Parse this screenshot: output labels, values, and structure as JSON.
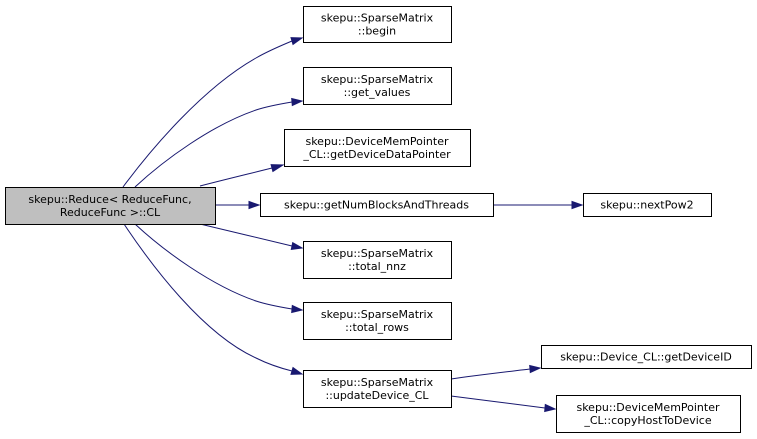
{
  "colors": {
    "edge": "#191970",
    "root_fill": "#bfbfbf",
    "node_fill": "#ffffff",
    "border": "#000000",
    "text": "#000000"
  },
  "nodes": [
    {
      "id": "reduce-cl",
      "root": true,
      "lines": [
        "skepu::Reduce< ReduceFunc,",
        "ReduceFunc >::CL"
      ]
    },
    {
      "id": "sparse-begin",
      "lines": [
        "skepu::SparseMatrix",
        "::begin"
      ]
    },
    {
      "id": "sparse-get-values",
      "lines": [
        "skepu::SparseMatrix",
        "::get_values"
      ]
    },
    {
      "id": "devmem-get-device-data-pointer",
      "lines": [
        "skepu::DeviceMemPointer",
        "_CL::getDeviceDataPointer"
      ]
    },
    {
      "id": "get-num-blocks-and-threads",
      "lines": [
        "skepu::getNumBlocksAndThreads"
      ]
    },
    {
      "id": "next-pow2",
      "lines": [
        "skepu::nextPow2"
      ]
    },
    {
      "id": "sparse-total-nnz",
      "lines": [
        "skepu::SparseMatrix",
        "::total_nnz"
      ]
    },
    {
      "id": "sparse-total-rows",
      "lines": [
        "skepu::SparseMatrix",
        "::total_rows"
      ]
    },
    {
      "id": "sparse-update-device-cl",
      "lines": [
        "skepu::SparseMatrix",
        "::updateDevice_CL"
      ]
    },
    {
      "id": "device-cl-get-device-id",
      "lines": [
        "skepu::Device_CL::getDeviceID"
      ]
    },
    {
      "id": "devmem-copy-host-to-device",
      "lines": [
        "skepu::DeviceMemPointer",
        "_CL::copyHostToDevice"
      ]
    }
  ],
  "edges": [
    {
      "from": "reduce-cl",
      "to": "sparse-begin"
    },
    {
      "from": "reduce-cl",
      "to": "sparse-get-values"
    },
    {
      "from": "reduce-cl",
      "to": "devmem-get-device-data-pointer"
    },
    {
      "from": "reduce-cl",
      "to": "get-num-blocks-and-threads"
    },
    {
      "from": "get-num-blocks-and-threads",
      "to": "next-pow2"
    },
    {
      "from": "reduce-cl",
      "to": "sparse-total-nnz"
    },
    {
      "from": "reduce-cl",
      "to": "sparse-total-rows"
    },
    {
      "from": "reduce-cl",
      "to": "sparse-update-device-cl"
    },
    {
      "from": "sparse-update-device-cl",
      "to": "device-cl-get-device-id"
    },
    {
      "from": "sparse-update-device-cl",
      "to": "devmem-copy-host-to-device"
    }
  ]
}
